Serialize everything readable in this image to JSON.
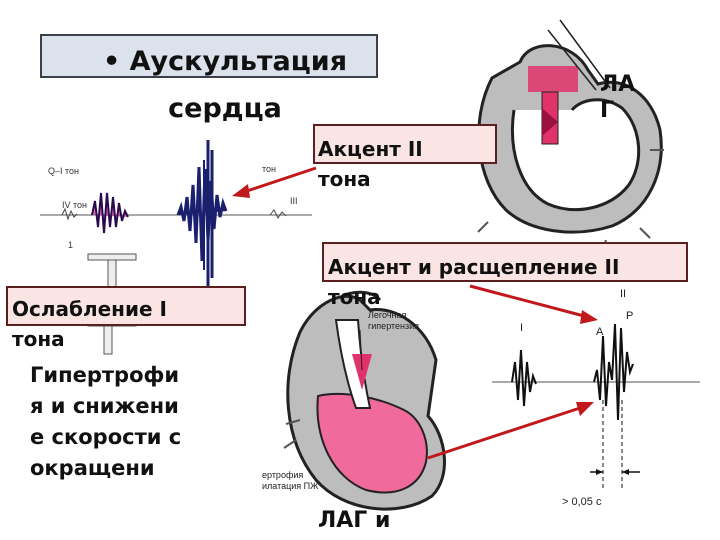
{
  "title": {
    "bullet": "•",
    "text": "Аускультация сердца"
  },
  "labels": {
    "accent_ii": "Акцент II тона",
    "accent_split_ii": "Акцент и расщепление II тона",
    "weak_i": "Ослабление I тона",
    "hypertrophy": "Гипертрофия и снижение скорости сокращени",
    "lag_top": "ЛАГ",
    "lag_bottom": "ЛАГ и"
  },
  "pcg_left": {
    "q_i": "Q–I тон",
    "iv": "IV тон",
    "ii": "тон",
    "iii": "III",
    "one": "1"
  },
  "heart_bottom": {
    "pulm_hypertension": "Легочная гипертензия",
    "hypertrophy_rv": "ертрофия илатация ПЖ"
  },
  "pcg_right": {
    "i": "I",
    "ii": "II",
    "a": "A",
    "p": "P",
    "interval": "> 0,05 с"
  },
  "colors": {
    "accent": "#c0181b",
    "pink": "#e0336b",
    "navy": "#1a1f6e"
  }
}
